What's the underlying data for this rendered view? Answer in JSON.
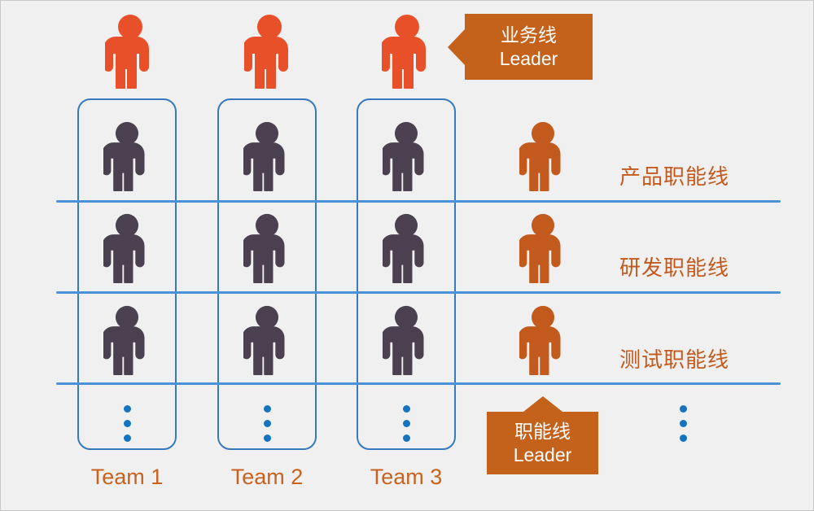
{
  "diagram": {
    "background_color": "#f0f0f0",
    "colors": {
      "business_leader_icon": "#E8502A",
      "team_member_icon": "#4A4050",
      "function_leader_icon": "#C25A1E",
      "team_box_border": "#3778BE",
      "function_line": "#4a92d8",
      "dot": "#1574C0",
      "callout_fill": "#C4621B",
      "label_orange": "#C8621F"
    },
    "teams": [
      {
        "label": "Team 1",
        "icon": "person-icon",
        "member_icons": [
          "person-icon",
          "person-icon",
          "person-icon"
        ],
        "more_indicator": "vertical-ellipsis"
      },
      {
        "label": "Team 2",
        "icon": "person-icon",
        "member_icons": [
          "person-icon",
          "person-icon",
          "person-icon"
        ],
        "more_indicator": "vertical-ellipsis"
      },
      {
        "label": "Team 3",
        "icon": "person-icon",
        "member_icons": [
          "person-icon",
          "person-icon",
          "person-icon"
        ],
        "more_indicator": "vertical-ellipsis"
      }
    ],
    "function_lines": [
      {
        "label": "产品职能线",
        "leader_icon": "person-icon"
      },
      {
        "label": "研发职能线",
        "leader_icon": "person-icon"
      },
      {
        "label": "测试职能线",
        "leader_icon": "person-icon"
      }
    ],
    "extra_column": {
      "more_indicator": "vertical-ellipsis"
    },
    "callouts": {
      "business_leader": {
        "line1": "业务线",
        "line2": "Leader",
        "arrow": "left"
      },
      "function_leader": {
        "line1": "职能线",
        "line2": "Leader",
        "arrow": "up"
      }
    }
  }
}
